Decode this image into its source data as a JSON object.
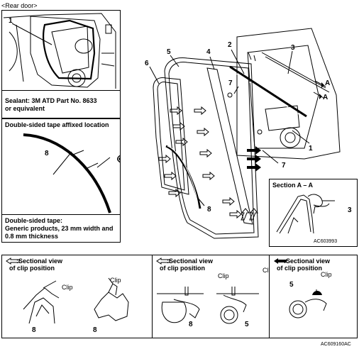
{
  "header": {
    "title": "<Rear door>"
  },
  "sealant_panel": {
    "callout": "1",
    "note_line1": "Sealant: 3M ATD Part No. 8633",
    "note_line2": "or equivalent"
  },
  "tape_panel": {
    "title": "Double-sided tape affixed location",
    "callout": "8",
    "note_line1": "Double-sided tape:",
    "note_line2": "Generic products, 23 mm width and",
    "note_line3": "0.8 mm thickness"
  },
  "exploded_view": {
    "callouts": {
      "c1": "1",
      "c2": "2",
      "c3": "3",
      "c4": "4",
      "c5": "5",
      "c6": "6",
      "c7a": "7",
      "c7b": "7",
      "c8": "8",
      "a_top": "A",
      "a_bottom": "A"
    }
  },
  "section_aa": {
    "title": "Section A – A",
    "callout": "3",
    "code": "AC603993"
  },
  "clip_panels": [
    {
      "title_line1": ":Sectional view",
      "title_line2": "of clip position",
      "clip1": "Clip",
      "clip2": "Clip",
      "num1": "8",
      "num2": "8",
      "marker": "hollow-arrow"
    },
    {
      "title_line1": ":Sectional view",
      "title_line2": "of clip position",
      "clip1": "Clip",
      "clip2": "Clip",
      "num1": "8",
      "num2": "5",
      "marker": "hollow-arrow"
    },
    {
      "title_line1": ":Sectional view",
      "title_line2": "of clip position",
      "clip1": "Clip",
      "num1": "5",
      "marker": "solid-arrow"
    }
  ],
  "footer": {
    "code": "AC609160AC"
  }
}
